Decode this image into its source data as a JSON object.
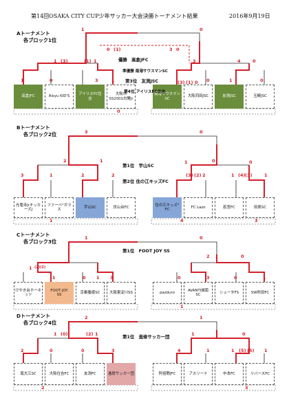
{
  "header": {
    "title": "第14回OSAKA CITY CUP少年サッカー大会決勝トーナメント結果",
    "date": "2016年9月19日"
  },
  "A": {
    "title": "Aトーナメント",
    "subtitle": "各ブロック1位",
    "teams": [
      "高倉JFC",
      "Aisyu KID'S",
      "アイリスFC住吉",
      "大阪市\nSS2001白鷺Jr",
      "南港サウスマン\nSC",
      "大阪苅田JSC",
      "友渕JSC",
      "玉櫛JSC"
    ],
    "results": [
      "優勝　高倉JFC",
      "準優勝 南港サウスマンSC",
      "第3位　友渕JSC",
      "第4位 アイリスFC住吉"
    ],
    "scores": [
      "1",
      "0",
      "0",
      "(1)",
      "3",
      "0",
      "1",
      "(3)",
      "(1)",
      "1",
      "3",
      "0",
      "(3)",
      "(1)",
      "0",
      "1",
      "0",
      "3",
      "1",
      "0",
      "1",
      "0",
      "4",
      "0"
    ]
  },
  "B": {
    "title": "Bトーナメント",
    "subtitle": "各ブロック2位",
    "teams": [
      "光竜寺JrキッカーズJ",
      "ファーベ°ガラス",
      "宇山SC",
      "伏山台FC",
      "住の江キッズ°\nFC",
      "FC Lazo",
      "若宮FC",
      "田原SC"
    ],
    "results": [
      "第1位　宇山SC",
      "第2位 住の江キッズFC"
    ],
    "scores": [
      "3",
      "1",
      "2",
      "2",
      "3",
      "0",
      "2",
      "1",
      "0",
      "(3)",
      "(2)",
      "2",
      "1",
      "(4)",
      "(3)",
      "1",
      "0",
      "1",
      "4",
      "1",
      "3"
    ]
  },
  "C": {
    "title": "Cトーナメント",
    "subtitle": "各ブロック3位",
    "teams": [
      "けやき台ホーネッツ",
      "FOOT JOY\nSS",
      "京都養徳SC",
      "大阪東淀川SS",
      "pazduro",
      "AVANTI城南\nSC",
      "シュータFS",
      "SW吹田FC"
    ],
    "results": [
      "第1位　FOOT JOY SS"
    ],
    "scores": [
      "1",
      "0",
      "1",
      "(2)(2)",
      "1",
      "1",
      "3",
      "2",
      "0",
      "0",
      "3",
      "0",
      "1",
      "0",
      "1"
    ]
  },
  "D": {
    "title": "Dトーナメント",
    "subtitle": "各ブロック4位",
    "teams": [
      "南大江SC",
      "大阪住吉FC",
      "友渕FC",
      "進修サッカー団",
      "阿倍野JFC",
      "アスリーナ",
      "中本FC",
      "リバースFC"
    ],
    "results": [
      "第1位　進修サッカー団"
    ],
    "scores": [
      "2",
      "1",
      "1",
      "(0)",
      "(2)",
      "1",
      "2",
      "0",
      "0",
      "3",
      "1",
      "4",
      "1",
      "1",
      "(5)",
      "(5)",
      "1",
      "0",
      "2",
      "3"
    ]
  }
}
